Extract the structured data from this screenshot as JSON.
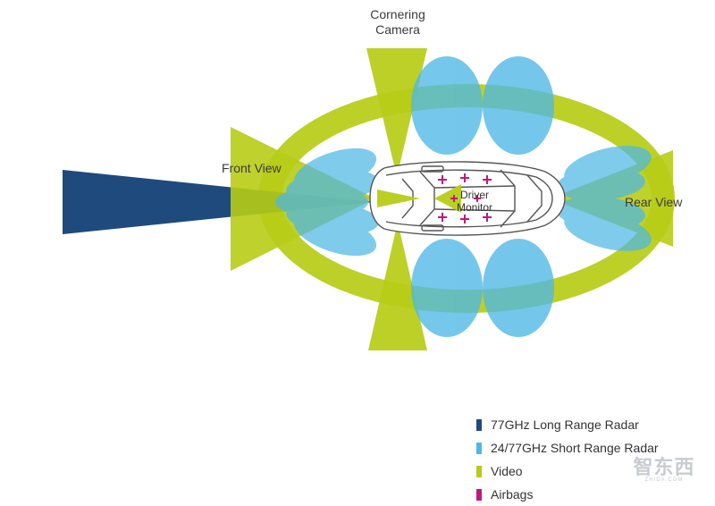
{
  "labels": {
    "cornering_camera_1": "Cornering",
    "cornering_camera_2": "Camera",
    "front_view": "Front View",
    "rear_view": "Rear View",
    "driver_monitor_1": "Driver",
    "driver_monitor_2": "Monitor"
  },
  "legend": [
    {
      "label": "77GHz Long Range Radar",
      "color": "#1e4a7e"
    },
    {
      "label": "24/77GHz Short Range Radar",
      "color": "#4eb8e6"
    },
    {
      "label": "Video",
      "color": "#b7cc16"
    },
    {
      "label": "Airbags",
      "color": "#c0187e"
    }
  ],
  "watermark": {
    "text": "智东西",
    "sub": "ZHIDX.COM"
  }
}
